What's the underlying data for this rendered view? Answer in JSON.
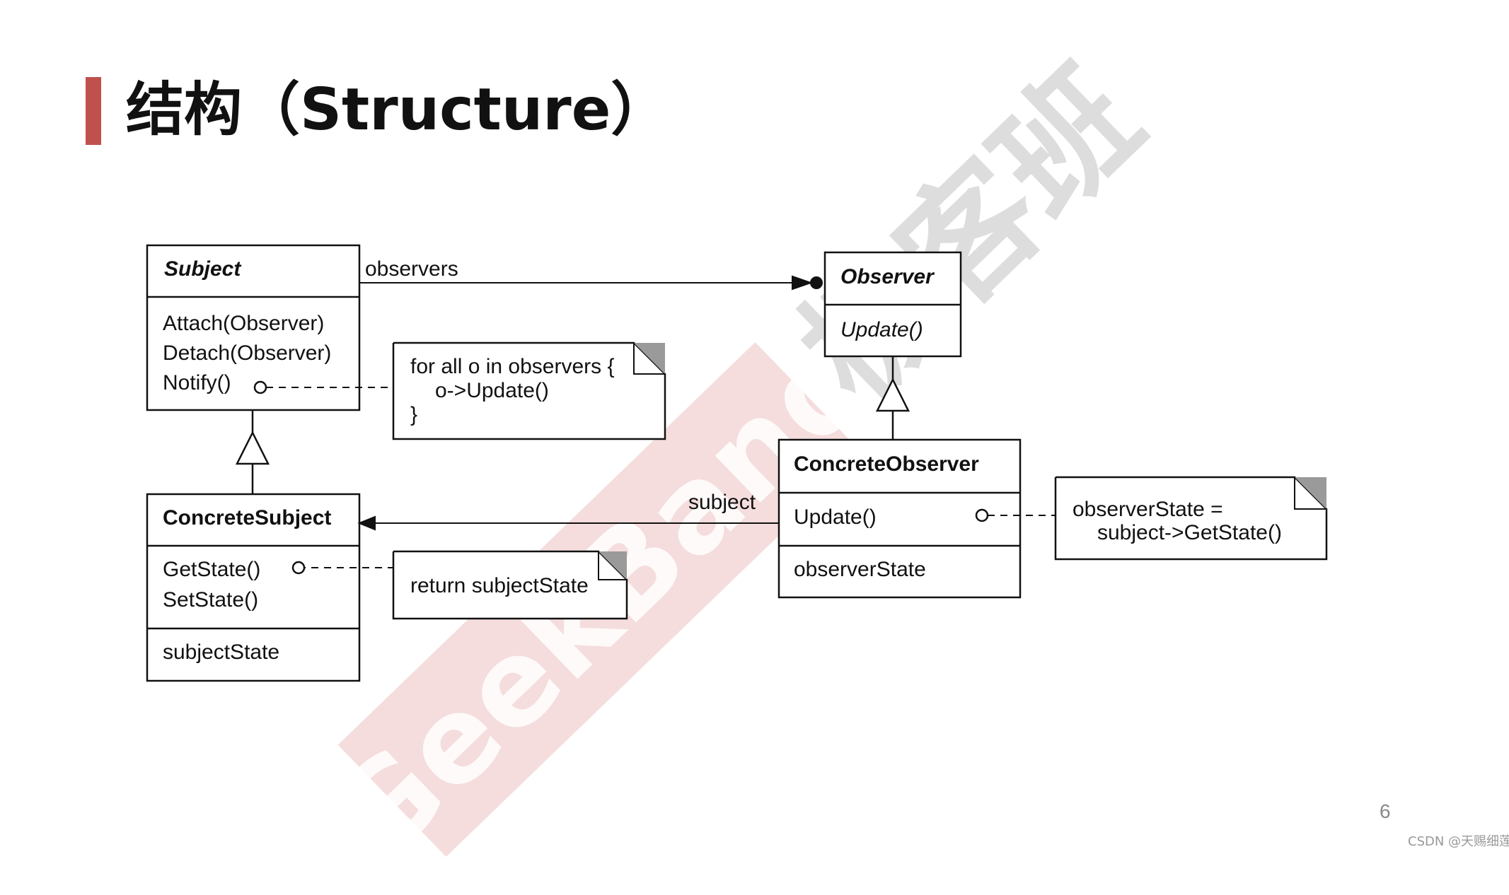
{
  "title": "结构（Structure）",
  "colors": {
    "accent": "#c0504d",
    "ink": "#111111",
    "note_corner": "#9a9a9a"
  },
  "watermarks": {
    "primary": "GeekBand",
    "secondary": "极客班"
  },
  "diagram": {
    "subject": {
      "name": "Subject",
      "operations": [
        "Attach(Observer)",
        "Detach(Observer)",
        "Notify()"
      ]
    },
    "concrete_subject": {
      "name": "ConcreteSubject",
      "operations": [
        "GetState()",
        "SetState()"
      ],
      "attributes": [
        "subjectState"
      ]
    },
    "observer": {
      "name": "Observer",
      "operations": [
        "Update()"
      ]
    },
    "concrete_observer": {
      "name": "ConcreteObserver",
      "operations": [
        "Update()"
      ],
      "attributes": [
        "observerState"
      ]
    },
    "associations": {
      "observers": "observers",
      "subject": "subject"
    },
    "notes": {
      "notify": [
        "for all o in observers {",
        "o->Update()",
        "}"
      ],
      "getstate": [
        "return subjectState"
      ],
      "update": [
        "observerState =",
        "subject->GetState()"
      ]
    }
  },
  "page_number": "6",
  "credit": "CSDN @天赐细莲"
}
